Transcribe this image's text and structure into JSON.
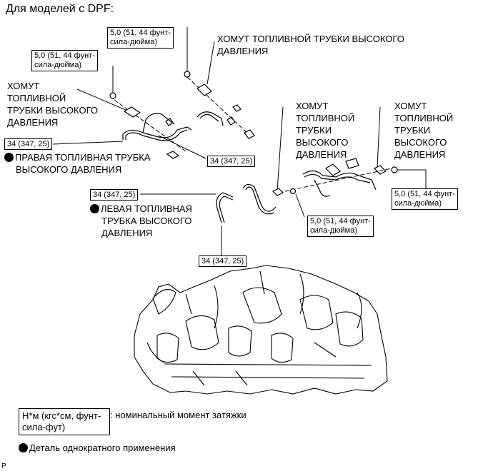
{
  "title": "Для моделей с DPF:",
  "clamp_label_long": [
    "ХОМУТ ТОПЛИВНОЙ ТРУБКИ ВЫСОКОГО",
    "ДАВЛЕНИЯ"
  ],
  "clamp_label_left": [
    "ХОМУТ",
    "ТОПЛИВНОЙ",
    "ТРУБКИ ВЫСОКОГО",
    "ДАВЛЕНИЯ"
  ],
  "clamp_label_narrow": [
    "ХОМУТ",
    "ТОПЛИВНОЙ",
    "ТРУБКИ",
    "ВЫСОКОГО",
    "ДАВЛЕНИЯ"
  ],
  "torque_bolt": [
    "5,0 (51, 44 фунт-",
    "сила-дюйма)"
  ],
  "torque_pipe": "34 (347, 25)",
  "right_pipe": [
    "ПРАВАЯ ТОПЛИВНАЯ ТРУБКА",
    "ВЫСОКОГО ДАВЛЕНИЯ"
  ],
  "left_pipe": [
    "ЛЕВАЯ ТОПЛИВНАЯ",
    "ТРУБКА ВЫСОКОГО",
    "ДАВЛЕНИЯ"
  ],
  "legend": {
    "unit_box": [
      "Н*м (кгс*см, фунт-",
      "сила-фут)"
    ],
    "unit_desc": ": номинальный момент затяжки",
    "single_use": "Деталь однократного применения"
  },
  "corner_mark": "P"
}
